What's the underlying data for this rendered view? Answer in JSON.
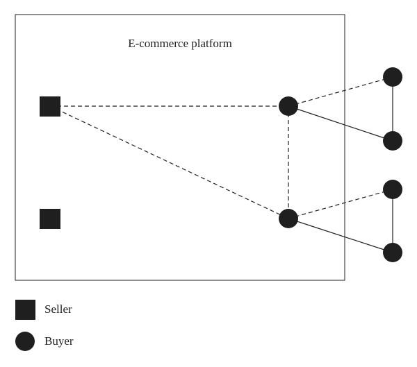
{
  "platform": {
    "title": "E-commerce platform"
  },
  "legend": {
    "seller_label": "Seller",
    "buyer_label": "Buyer"
  },
  "colors": {
    "node_fill": "#1f1f1f",
    "line": "#1f1f1f",
    "background": "#ffffff"
  },
  "nodes": [
    {
      "id": "seller-1",
      "kind": "seller",
      "icon": "square-icon"
    },
    {
      "id": "seller-2",
      "kind": "seller",
      "icon": "square-icon"
    },
    {
      "id": "buyer-1",
      "kind": "buyer",
      "icon": "circle-icon"
    },
    {
      "id": "buyer-2",
      "kind": "buyer",
      "icon": "circle-icon"
    },
    {
      "id": "buyer-3",
      "kind": "buyer",
      "icon": "circle-icon"
    },
    {
      "id": "buyer-4",
      "kind": "buyer",
      "icon": "circle-icon"
    },
    {
      "id": "buyer-5",
      "kind": "buyer",
      "icon": "circle-icon"
    },
    {
      "id": "buyer-6",
      "kind": "buyer",
      "icon": "circle-icon"
    }
  ],
  "edges": [
    {
      "from": "seller-1",
      "to": "buyer-1",
      "style": "dashed"
    },
    {
      "from": "seller-1",
      "to": "buyer-2",
      "style": "dashed"
    },
    {
      "from": "buyer-1",
      "to": "buyer-2",
      "style": "dashed"
    },
    {
      "from": "buyer-1",
      "to": "buyer-3",
      "style": "dashed"
    },
    {
      "from": "buyer-1",
      "to": "buyer-4",
      "style": "solid"
    },
    {
      "from": "buyer-3",
      "to": "buyer-4",
      "style": "solid"
    },
    {
      "from": "buyer-2",
      "to": "buyer-5",
      "style": "dashed"
    },
    {
      "from": "buyer-2",
      "to": "buyer-6",
      "style": "solid"
    },
    {
      "from": "buyer-5",
      "to": "buyer-6",
      "style": "solid"
    }
  ]
}
